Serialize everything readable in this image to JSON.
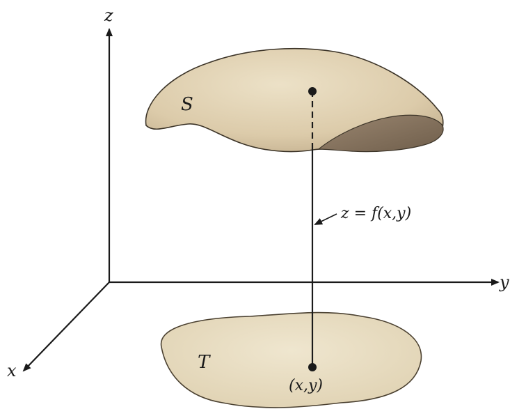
{
  "diagram": {
    "axes": {
      "z_label": "z",
      "y_label": "y",
      "x_label": "x"
    },
    "surface_label": "S",
    "region_label": "T",
    "function_label": "z = f(x,y)",
    "point_label": "(x,y)",
    "colors": {
      "surface_fill": "#e3d5b7",
      "surface_shadow": "#8b7862",
      "region_fill": "#eadfc3",
      "outline": "#3c3428",
      "axis": "#1a1a1a"
    }
  }
}
